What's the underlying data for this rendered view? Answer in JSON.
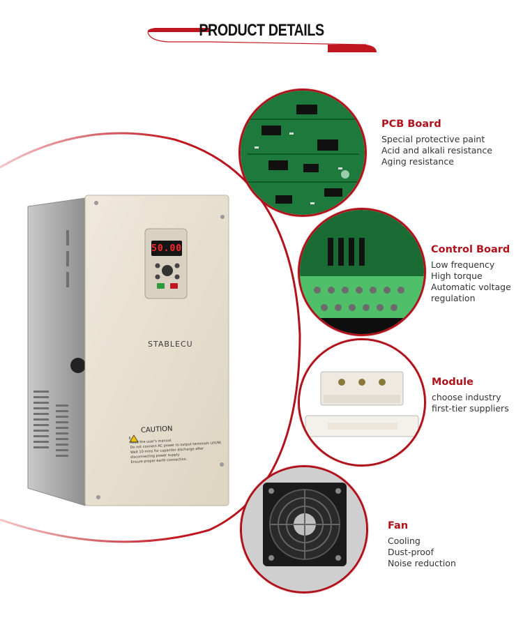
{
  "header": {
    "title": "PRODUCT DETAILS"
  },
  "product": {
    "brand": "STABLECU",
    "display_value": "50.00",
    "caution_title": "CAUTION",
    "caution_lines": [
      "Read the user's manual.",
      "Do not connect AC power to output terminals U/V/W.",
      "Wait 10 mins for capacitor discharge after",
      "disconnecting power supply.",
      "Ensure proper earth connection."
    ]
  },
  "features": [
    {
      "title": "PCB Board",
      "lines": [
        "Special protective paint",
        "Acid and alkali resistance",
        "Aging resistance"
      ]
    },
    {
      "title": "Control Board",
      "lines": [
        "Low frequency",
        "High torque",
        "Automatic voltage",
        "regulation"
      ]
    },
    {
      "title": "Module",
      "lines": [
        "choose industry",
        "first-tier suppliers"
      ]
    },
    {
      "title": "Fan",
      "lines": [
        "Cooling",
        "Dust-proof",
        "Noise reduction"
      ]
    }
  ],
  "colors": {
    "accent": "#b0121c",
    "panel": "#e8e0cf",
    "pcb": "#1e7a3c"
  }
}
